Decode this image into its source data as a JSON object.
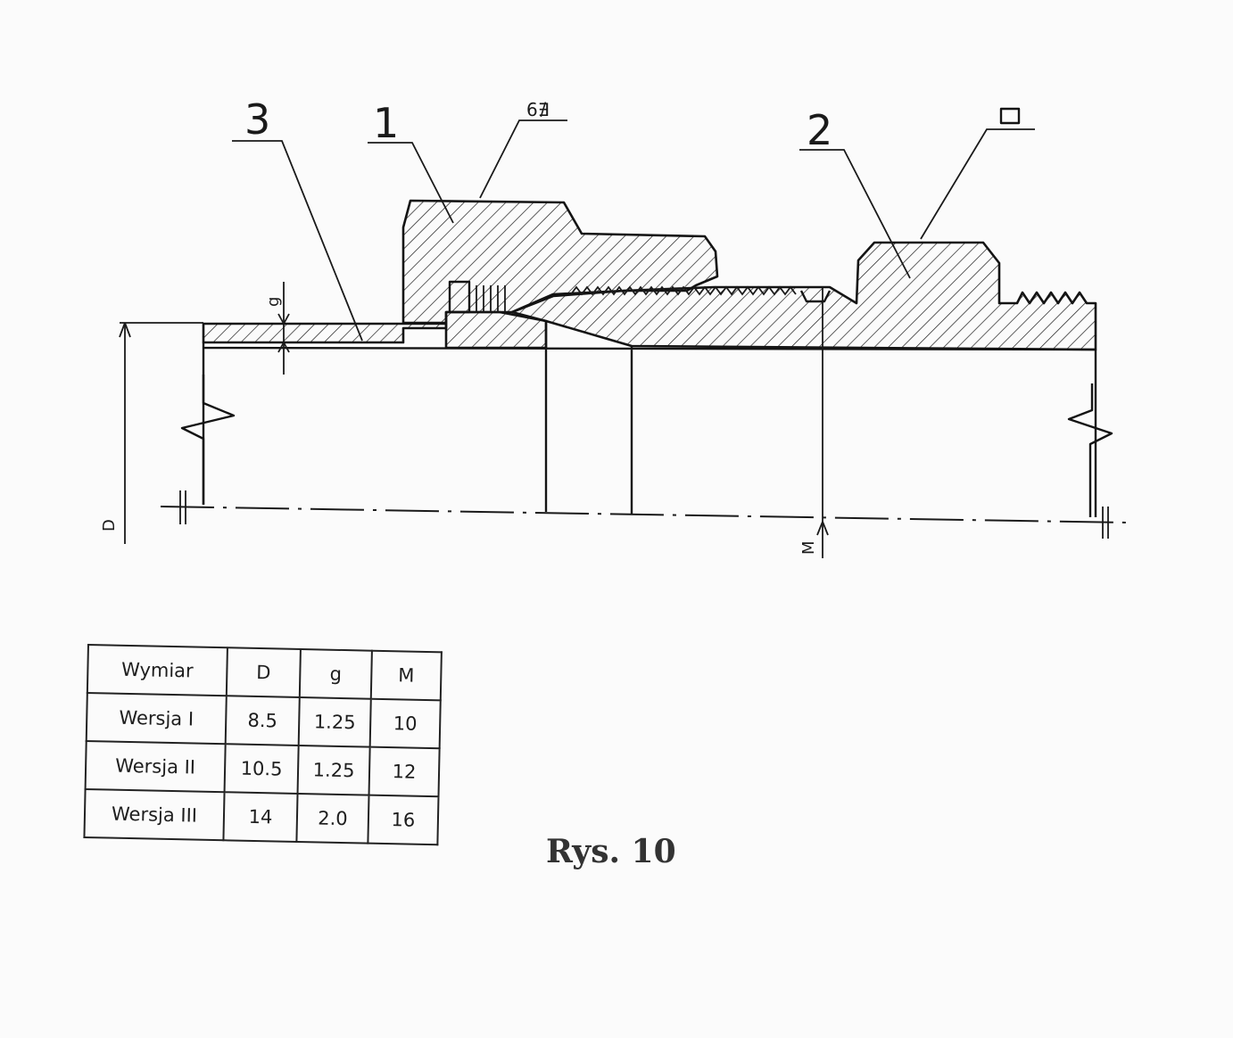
{
  "figure": {
    "caption": "Rys. 10",
    "part_labels": [
      "3",
      "1",
      "2"
    ],
    "symbols": {
      "hex_symbol": "6∄",
      "square_symbol": "□"
    },
    "dimension_labels": {
      "g": "g",
      "D": "D",
      "M": "M"
    }
  },
  "table": {
    "header": [
      "Wymiar",
      "D",
      "g",
      "M"
    ],
    "rows": [
      [
        "Wersja I",
        "8.5",
        "1.25",
        "10"
      ],
      [
        "Wersja II",
        "10.5",
        "1.25",
        "12"
      ],
      [
        "Wersja III",
        "14",
        "2.0",
        "16"
      ]
    ]
  },
  "colors": {
    "ink": "#141414",
    "paper": "#fbfbfb",
    "caption": "#333333"
  }
}
